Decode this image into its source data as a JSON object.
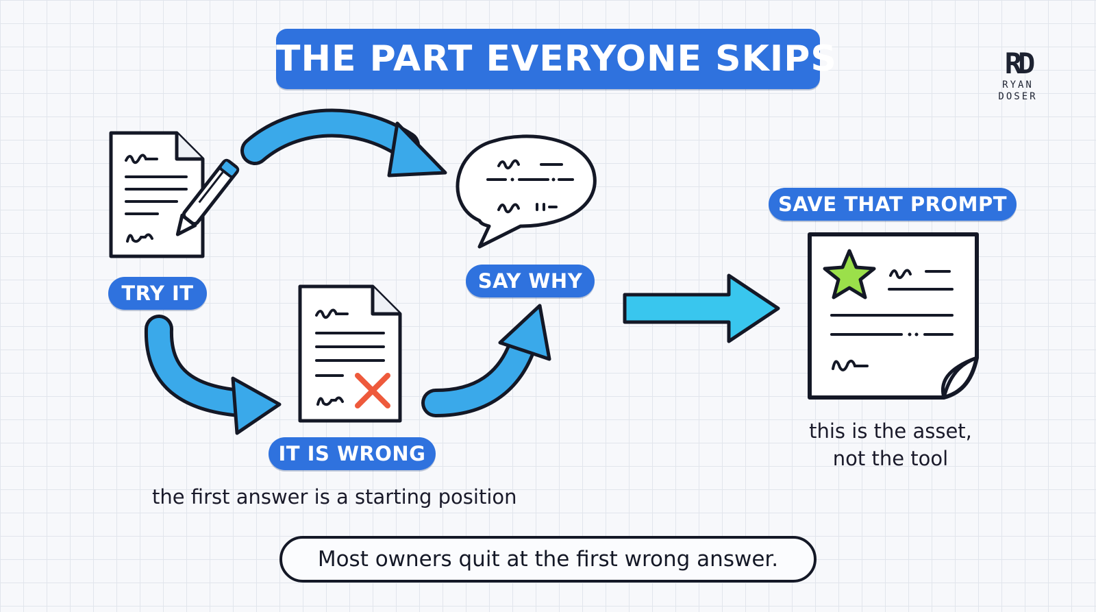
{
  "title": "THE PART EVERYONE SKIPS",
  "logo": {
    "mark": "RD",
    "line1": "RYAN",
    "line2": "DOSER"
  },
  "steps": {
    "try_it": "TRY IT",
    "it_is_wrong": "IT IS WRONG",
    "say_why": "SAY WHY",
    "save_that_prompt": "SAVE THAT PROMPT"
  },
  "notes": {
    "first_answer": "the first answer is a starting position",
    "asset_line1": "this is the asset,",
    "asset_line2": "not the tool"
  },
  "bottom_message": "Most owners quit at the first wrong answer.",
  "colors": {
    "pill_blue": "#2f72de",
    "arrow_blue": "#3aa9ea",
    "arrow_cyan": "#39c6ee",
    "ink": "#141826",
    "cross_red": "#ee5a3c",
    "star_green": "#9be04a"
  },
  "icons": [
    "document-pen-icon",
    "document-error-icon",
    "speech-bubble-icon",
    "starred-document-icon",
    "curved-arrow-icon",
    "straight-arrow-icon"
  ]
}
